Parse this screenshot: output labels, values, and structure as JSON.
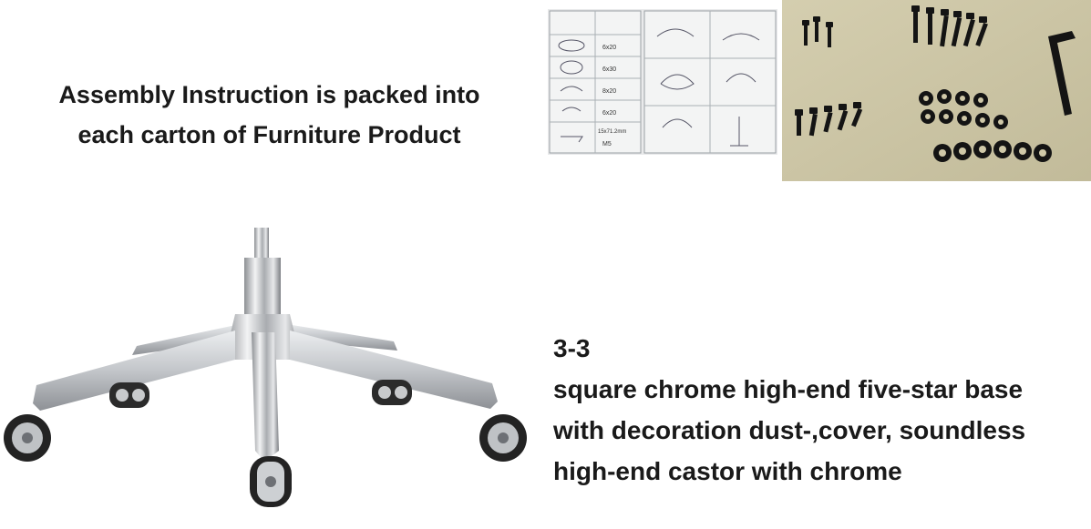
{
  "headline": {
    "line1": "Assembly Instruction is packed into",
    "line2": "each carton of Furniture Product"
  },
  "manual": {
    "codes": [
      "6x20",
      "6x30",
      "8x20",
      "6x20",
      "15x71.2mm",
      "M5"
    ]
  },
  "product": {
    "model": "3-3",
    "desc_line1": "square chrome high-end five-star base",
    "desc_line2": "with decoration dust-,cover, soundless",
    "desc_line3": "high-end castor with chrome"
  }
}
